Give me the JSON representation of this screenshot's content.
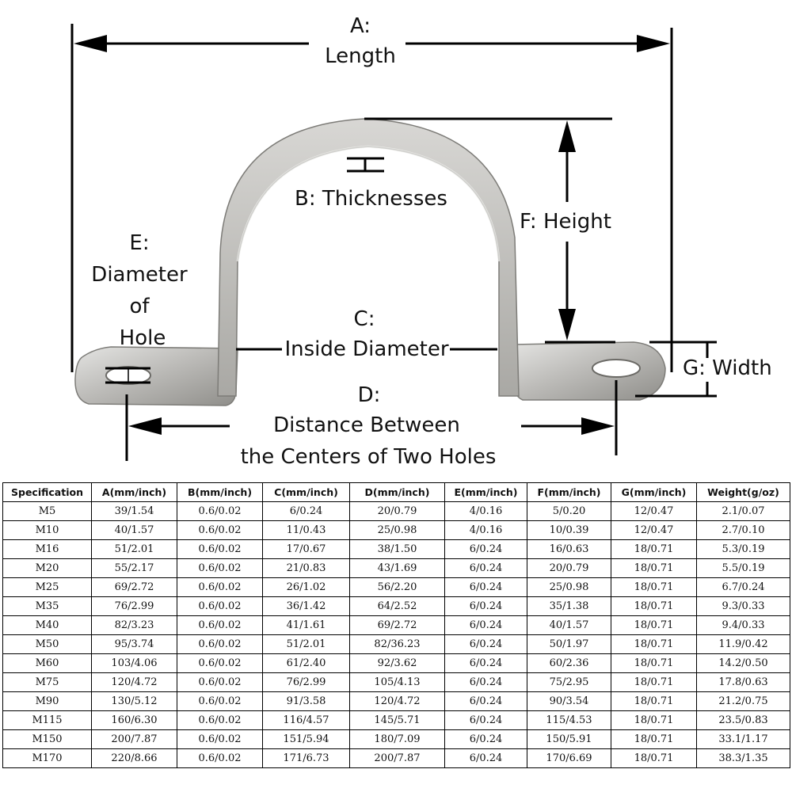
{
  "labels": {
    "a_letter": "A:",
    "a_text": "Length",
    "b": "B: Thicknesses",
    "c_letter": "C:",
    "c_text": "Inside Diameter",
    "d_letter": "D:",
    "d_line1": "Distance Between",
    "d_line2": "the Centers of Two Holes",
    "e_line1": "E:",
    "e_line2": "Diameter",
    "e_line3": "of",
    "e_line4": "Hole",
    "f": "F: Height",
    "g": "G: Width"
  },
  "table": {
    "headers": [
      "Specification",
      "A(mm/inch)",
      "B(mm/inch)",
      "C(mm/inch)",
      "D(mm/inch)",
      "E(mm/inch)",
      "F(mm/inch)",
      "G(mm/inch)",
      "Weight(g/oz)"
    ],
    "rows": [
      [
        "M5",
        "39/1.54",
        "0.6/0.02",
        "6/0.24",
        "20/0.79",
        "4/0.16",
        "5/0.20",
        "12/0.47",
        "2.1/0.07"
      ],
      [
        "M10",
        "40/1.57",
        "0.6/0.02",
        "11/0.43",
        "25/0.98",
        "4/0.16",
        "10/0.39",
        "12/0.47",
        "2.7/0.10"
      ],
      [
        "M16",
        "51/2.01",
        "0.6/0.02",
        "17/0.67",
        "38/1.50",
        "6/0.24",
        "16/0.63",
        "18/0.71",
        "5.3/0.19"
      ],
      [
        "M20",
        "55/2.17",
        "0.6/0.02",
        "21/0.83",
        "43/1.69",
        "6/0.24",
        "20/0.79",
        "18/0.71",
        "5.5/0.19"
      ],
      [
        "M25",
        "69/2.72",
        "0.6/0.02",
        "26/1.02",
        "56/2.20",
        "6/0.24",
        "25/0.98",
        "18/0.71",
        "6.7/0.24"
      ],
      [
        "M35",
        "76/2.99",
        "0.6/0.02",
        "36/1.42",
        "64/2.52",
        "6/0.24",
        "35/1.38",
        "18/0.71",
        "9.3/0.33"
      ],
      [
        "M40",
        "82/3.23",
        "0.6/0.02",
        "41/1.61",
        "69/2.72",
        "6/0.24",
        "40/1.57",
        "18/0.71",
        "9.4/0.33"
      ],
      [
        "M50",
        "95/3.74",
        "0.6/0.02",
        "51/2.01",
        "82/36.23",
        "6/0.24",
        "50/1.97",
        "18/0.71",
        "11.9/0.42"
      ],
      [
        "M60",
        "103/4.06",
        "0.6/0.02",
        "61/2.40",
        "92/3.62",
        "6/0.24",
        "60/2.36",
        "18/0.71",
        "14.2/0.50"
      ],
      [
        "M75",
        "120/4.72",
        "0.6/0.02",
        "76/2.99",
        "105/4.13",
        "6/0.24",
        "75/2.95",
        "18/0.71",
        "17.8/0.63"
      ],
      [
        "M90",
        "130/5.12",
        "0.6/0.02",
        "91/3.58",
        "120/4.72",
        "6/0.24",
        "90/3.54",
        "18/0.71",
        "21.2/0.75"
      ],
      [
        "M115",
        "160/6.30",
        "0.6/0.02",
        "116/4.57",
        "145/5.71",
        "6/0.24",
        "115/4.53",
        "18/0.71",
        "23.5/0.83"
      ],
      [
        "M150",
        "200/7.87",
        "0.6/0.02",
        "151/5.94",
        "180/7.09",
        "6/0.24",
        "150/5.91",
        "18/0.71",
        "33.1/1.17"
      ],
      [
        "M170",
        "220/8.66",
        "0.6/0.02",
        "171/6.73",
        "200/7.87",
        "6/0.24",
        "170/6.69",
        "18/0.71",
        "38.3/1.35"
      ]
    ]
  }
}
